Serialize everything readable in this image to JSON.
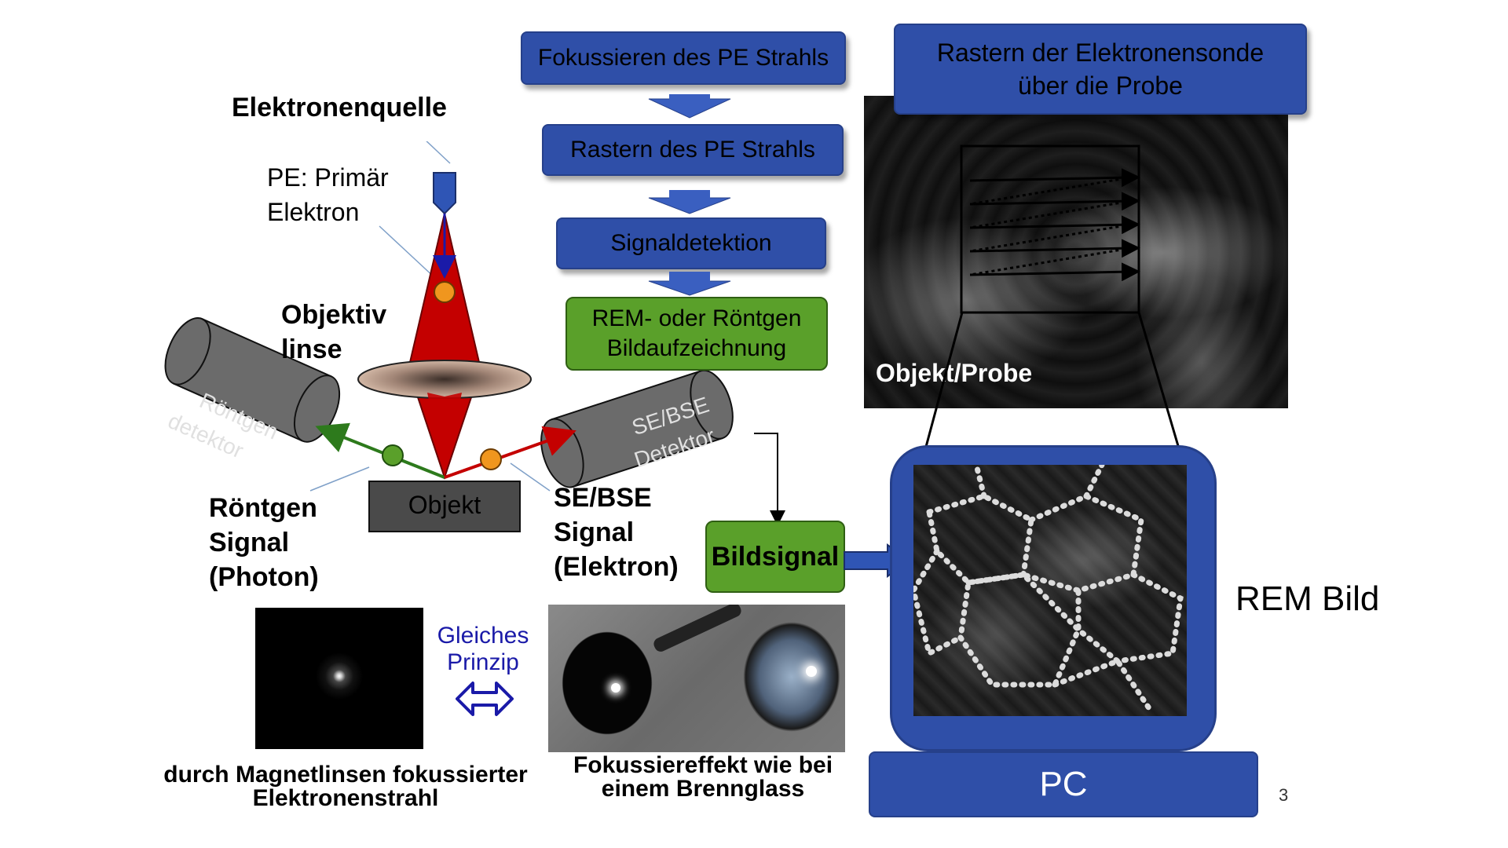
{
  "left": {
    "source_label": "Elektronenquelle",
    "pe_label_line1": "PE: Primär",
    "pe_label_line2": "Elektron",
    "lens_label_line1": "Objektiv",
    "lens_label_line2": "linse",
    "xray_detector_line1": "Röntgen",
    "xray_detector_line2": "detektor",
    "se_detector_line1": "SE/BSE",
    "se_detector_line2": "Detektor",
    "object_label": "Objekt",
    "xray_signal_line1": "Röntgen",
    "xray_signal_line2": "Signal",
    "xray_signal_line3": "(Photon)",
    "se_signal_line1": "SE/BSE",
    "se_signal_line2": "Signal",
    "se_signal_line3": "(Elektron)"
  },
  "flow": {
    "step1": "Fokussieren des PE Strahls",
    "step2": "Rastern des PE Strahls",
    "step3": "Signaldetektion",
    "step4_line1": "REM- oder Röntgen",
    "step4_line2": "Bildaufzeichnung",
    "image_signal": "Bildsignal"
  },
  "right": {
    "raster_title_line1": "Rastern der Elektronensonde",
    "raster_title_line2": "über die Probe",
    "sample_label": "Objekt/Probe",
    "rem_image_label": "REM Bild",
    "pc_label": "PC"
  },
  "bottom": {
    "principle_line1": "Gleiches",
    "principle_line2": "Prinzip",
    "caption_left_line1": "durch Magnetlinsen fokussierter",
    "caption_left_line2": "Elektronenstrahl",
    "caption_right_line1": "Fokussiereffekt wie bei",
    "caption_right_line2": "einem Brennglass"
  },
  "page_number": "3",
  "colors": {
    "box_blue": "#2f4fa8",
    "box_green": "#5aa02a",
    "beam_red": "#c40000",
    "detector_gray": "#6b6b6b"
  }
}
